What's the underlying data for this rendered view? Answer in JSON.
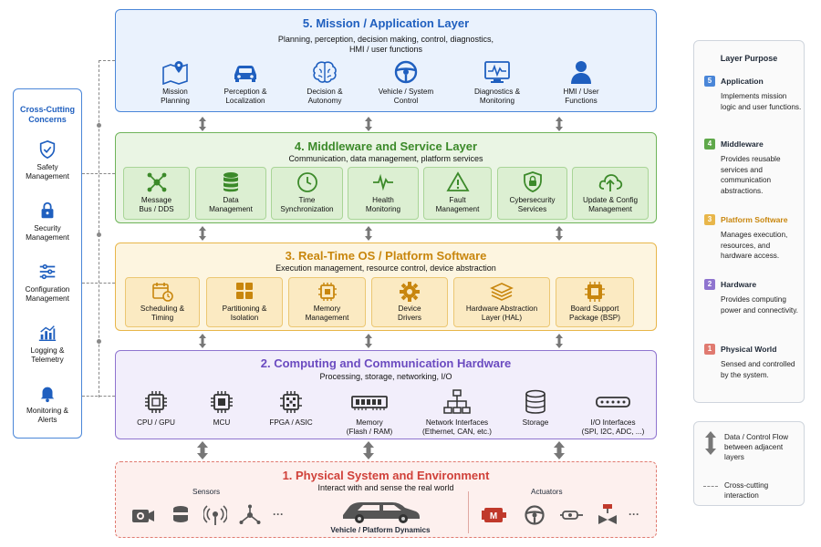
{
  "layers": {
    "l5": {
      "title": "5. Mission / Application Layer",
      "subtitle": "Planning, perception, decision making, control, diagnostics,",
      "subtitle2": "HMI / user functions",
      "items": [
        {
          "line1": "Mission",
          "line2": "Planning"
        },
        {
          "line1": "Perception &",
          "line2": "Localization"
        },
        {
          "line1": "Decision &",
          "line2": "Autonomy"
        },
        {
          "line1": "Vehicle / System",
          "line2": "Control"
        },
        {
          "line1": "Diagnostics &",
          "line2": "Monitoring"
        },
        {
          "line1": "HMI / User",
          "line2": "Functions"
        }
      ]
    },
    "l4": {
      "title": "4. Middleware and Service Layer",
      "subtitle": "Communication, data management, platform services",
      "items": [
        {
          "line1": "Message",
          "line2": "Bus / DDS"
        },
        {
          "line1": "Data",
          "line2": "Management"
        },
        {
          "line1": "Time",
          "line2": "Synchronization"
        },
        {
          "line1": "Health",
          "line2": "Monitoring"
        },
        {
          "line1": "Fault",
          "line2": "Management"
        },
        {
          "line1": "Cybersecurity",
          "line2": "Services"
        },
        {
          "line1": "Update & Config",
          "line2": "Management"
        }
      ]
    },
    "l3": {
      "title": "3. Real-Time OS / Platform Software",
      "subtitle": "Execution management, resource control, device abstraction",
      "items": [
        {
          "line1": "Scheduling &",
          "line2": "Timing"
        },
        {
          "line1": "Partitioning &",
          "line2": "Isolation"
        },
        {
          "line1": "Memory",
          "line2": "Management"
        },
        {
          "line1": "Device",
          "line2": "Drivers"
        },
        {
          "line1": "Hardware Abstraction",
          "line2": "Layer (HAL)"
        },
        {
          "line1": "Board Support",
          "line2": "Package (BSP)"
        }
      ]
    },
    "l2": {
      "title": "2. Computing and Communication Hardware",
      "subtitle": "Processing, storage, networking, I/O",
      "items": [
        {
          "line1": "CPU / GPU",
          "line2": ""
        },
        {
          "line1": "MCU",
          "line2": ""
        },
        {
          "line1": "FPGA / ASIC",
          "line2": ""
        },
        {
          "line1": "Memory",
          "line2": "(Flash / RAM)"
        },
        {
          "line1": "Network Interfaces",
          "line2": "(Ethernet, CAN, etc.)"
        },
        {
          "line1": "Storage",
          "line2": ""
        },
        {
          "line1": "I/O Interfaces",
          "line2": "(SPI, I2C, ADC, ...)"
        }
      ]
    },
    "l1": {
      "title": "1. Physical System and Environment",
      "subtitle": "Interact with and sense the real world",
      "sensors_label": "Sensors",
      "actuators_label": "Actuators",
      "vehicle_label": "Vehicle / Platform Dynamics",
      "ellipsis": "···"
    }
  },
  "cross_cutting": {
    "title_line1": "Cross-Cutting",
    "title_line2": "Concerns",
    "items": [
      {
        "line1": "Safety",
        "line2": "Management"
      },
      {
        "line1": "Security",
        "line2": "Management"
      },
      {
        "line1": "Configuration",
        "line2": "Management"
      },
      {
        "line1": "Logging &",
        "line2": "Telemetry"
      },
      {
        "line1": "Monitoring &",
        "line2": "Alerts"
      }
    ]
  },
  "layer_purpose": {
    "title": "Layer Purpose",
    "entries": [
      {
        "num": "5",
        "name": "Application",
        "desc": "Implements mission logic and user functions.",
        "color": "#4a86d8",
        "text_color": "#1f5fbf"
      },
      {
        "num": "4",
        "name": "Middleware",
        "desc": "Provides reusable services and communication abstractions.",
        "color": "#5fa84a",
        "text_color": "#1f2937"
      },
      {
        "num": "3",
        "name": "Platform Software",
        "desc": "Manages execution, resources, and hardware access.",
        "color": "#e8b64a",
        "text_color": "#c8860d"
      },
      {
        "num": "2",
        "name": "Hardware",
        "desc": "Provides computing power and connectivity.",
        "color": "#8f74cf",
        "text_color": "#1f2937"
      },
      {
        "num": "1",
        "name": "Physical World",
        "desc": "Sensed and controlled by the system.",
        "color": "#e07a70",
        "text_color": "#1f2937"
      }
    ]
  },
  "legend": {
    "flow": "Data / Control Flow between adjacent layers",
    "cross": "Cross-cutting interaction"
  },
  "colors": {
    "application": "#4a86d8",
    "middleware": "#6fb45a",
    "platform": "#e8b64a",
    "hardware": "#8f74cf",
    "physical": "#e07a70"
  }
}
